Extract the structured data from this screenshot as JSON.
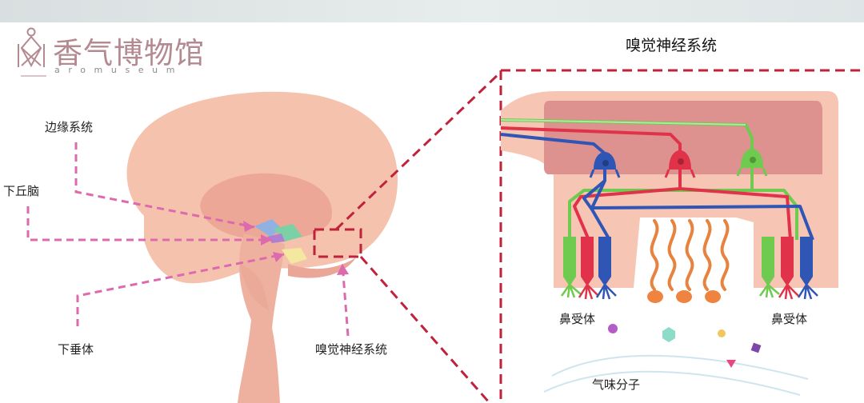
{
  "logo": {
    "name": "香气博物馆",
    "subtitle": "aromuseum",
    "color": "#b48a92"
  },
  "diagram_title": "嗅觉神经系统",
  "labels": {
    "limbic_system": "边缘系统",
    "hypothalamus": "下丘脑",
    "pituitary": "下垂体",
    "olfactory_system": "嗅觉神经系统",
    "receptors_left": "鼻受体",
    "receptors_right": "鼻受体",
    "odor_molecules": "气味分子"
  },
  "colors": {
    "brain": "#f5c2ad",
    "brain_inner": "#e9a493",
    "tissue": "#f7c5b4",
    "bulb": "#dd9290",
    "dashed_red": "#c0223b",
    "dashed_pink": "#de6aae",
    "neuron_blue": "#2f56b5",
    "neuron_red": "#e0334a",
    "neuron_green": "#6ecb4f",
    "hair": "#e8833f"
  }
}
